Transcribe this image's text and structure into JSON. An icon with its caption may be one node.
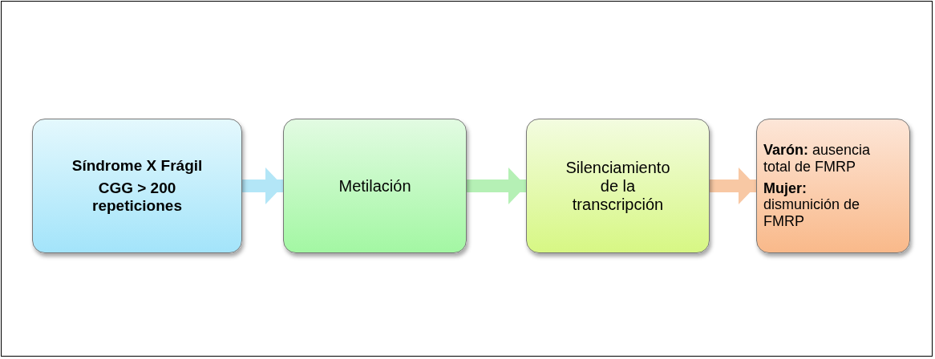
{
  "diagram": {
    "nodes": [
      {
        "text": [
          "Síndrome X Frágil",
          "CGG > 200 repeticiones"
        ]
      },
      {
        "text": [
          "Metilación"
        ]
      },
      {
        "text": [
          "Silenciamiento de la transcripción"
        ]
      },
      {
        "text": [
          "**Varón:** ausencia total de FMRP",
          "**Mujer:** dismunición de FMRP"
        ]
      }
    ],
    "edges": [
      {
        "from": 0,
        "to": 1,
        "arrow": "to",
        "color": "#b3e6f7"
      },
      {
        "from": 1,
        "to": 2,
        "arrow": "to",
        "color": "#b5f0b5"
      },
      {
        "from": 2,
        "to": 3,
        "arrow": "to",
        "color": "#f8c8a4"
      }
    ]
  }
}
